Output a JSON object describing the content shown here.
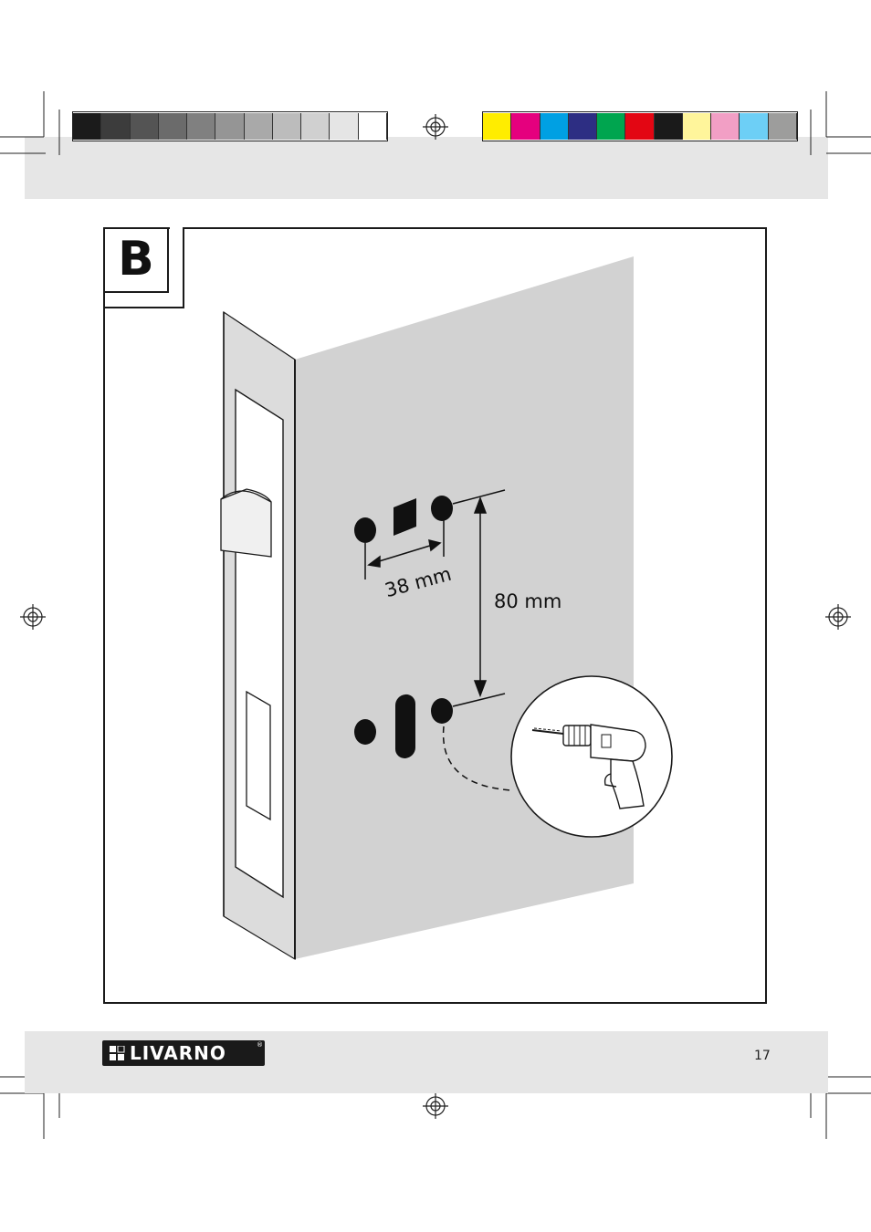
{
  "figure": {
    "letter": "B",
    "dimension_horizontal": "38 mm",
    "dimension_vertical": "80 mm"
  },
  "footer": {
    "brand": "LIVARNO",
    "brand_mark": "®",
    "page_number": "17"
  },
  "colors": {
    "grayscale_bar": [
      "#1b1b1b",
      "#3c3c3c",
      "#545454",
      "#6b6b6b",
      "#808080",
      "#959595",
      "#a9a9a9",
      "#bcbcbc",
      "#d0d0d0",
      "#e5e5e5",
      "#ffffff"
    ],
    "color_bar": [
      "#ffed00",
      "#e5007e",
      "#00a0e3",
      "#2d2e83",
      "#00a54f",
      "#e30613",
      "#1a1a1a",
      "#fff59b",
      "#f29fc5",
      "#6dcff6",
      "#9d9d9c"
    ],
    "door_face": "#d2d2d2",
    "door_edge": "#dcdcdc",
    "band": "#e6e6e6"
  },
  "icons": {
    "registration": "registration-mark-icon",
    "drill": "power-drill-icon"
  }
}
